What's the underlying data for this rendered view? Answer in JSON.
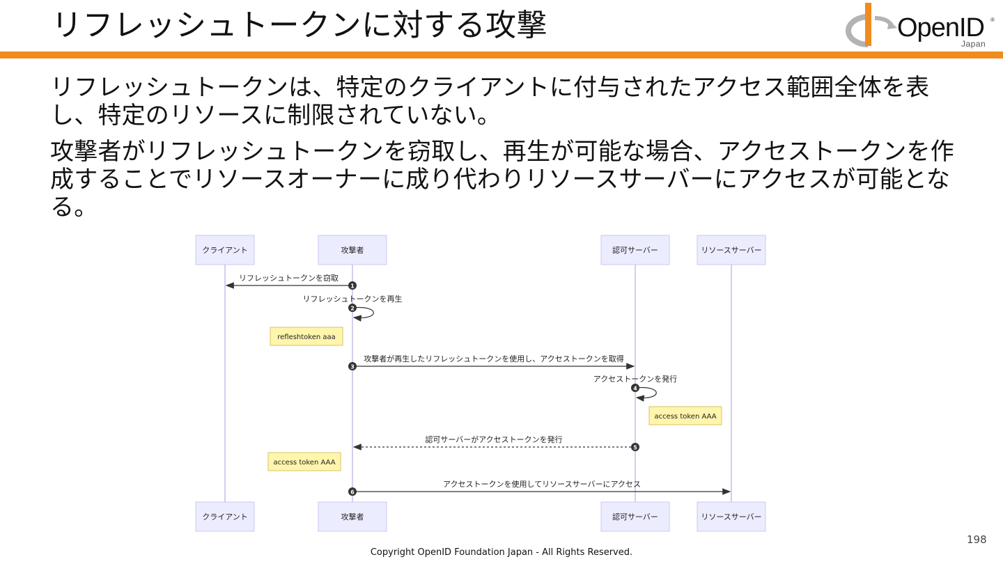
{
  "slide": {
    "title": "リフレッシュトークンに対する攻撃",
    "paragraphs": [
      "リフレッシュトークンは、特定のクライアントに付与されたアクセス範囲全体を表し、特定のリソースに制限されていない。",
      "攻撃者がリフレッシュトークンを窃取し、再生が可能な場合、アクセストークンを作成することでリソースオーナーに成り代わりリソースサーバーにアクセスが可能となる。"
    ],
    "page_number": "198",
    "copyright": "Copyright OpenID Foundation Japan - All Rights Reserved."
  },
  "logo": {
    "text": "OpenID",
    "subtitle": "Japan",
    "reg_mark": "®"
  },
  "colors": {
    "accent_bar": "#F08C1E",
    "participant_fill": "#ECECFF",
    "participant_stroke": "#C8C8F0",
    "note_fill": "#FFF5AD",
    "note_stroke": "#D6C566",
    "lifeline": "#D0D0EE",
    "arrow": "#333333"
  },
  "diagram": {
    "participants": [
      "クライアント",
      "攻撃者",
      "認可サーバー",
      "リソースサーバー"
    ],
    "messages": [
      {
        "num": "1",
        "label": "リフレッシュトークンを窃取",
        "from": 1,
        "to": 0,
        "style": "solid"
      },
      {
        "num": "2",
        "label": "リフレッシュトークンを再生",
        "from": 1,
        "to": 1,
        "style": "self"
      },
      {
        "num": "3",
        "label": "攻撃者が再生したリフレッシュトークンを使用し、アクセストークンを取得",
        "from": 1,
        "to": 2,
        "style": "solid"
      },
      {
        "num": "4",
        "label": "アクセストークンを発行",
        "from": 2,
        "to": 2,
        "style": "self"
      },
      {
        "num": "5",
        "label": "認可サーバーがアクセストークンを発行",
        "from": 2,
        "to": 1,
        "style": "dotted"
      },
      {
        "num": "6",
        "label": "アクセストークンを使用してリソースサーバーにアクセス",
        "from": 1,
        "to": 3,
        "style": "solid"
      }
    ],
    "notes": [
      {
        "text": "refleshtoken aaa",
        "over": 0
      },
      {
        "text": "access token AAA",
        "over": 2
      },
      {
        "text": "access token AAA",
        "over": 0
      }
    ]
  }
}
